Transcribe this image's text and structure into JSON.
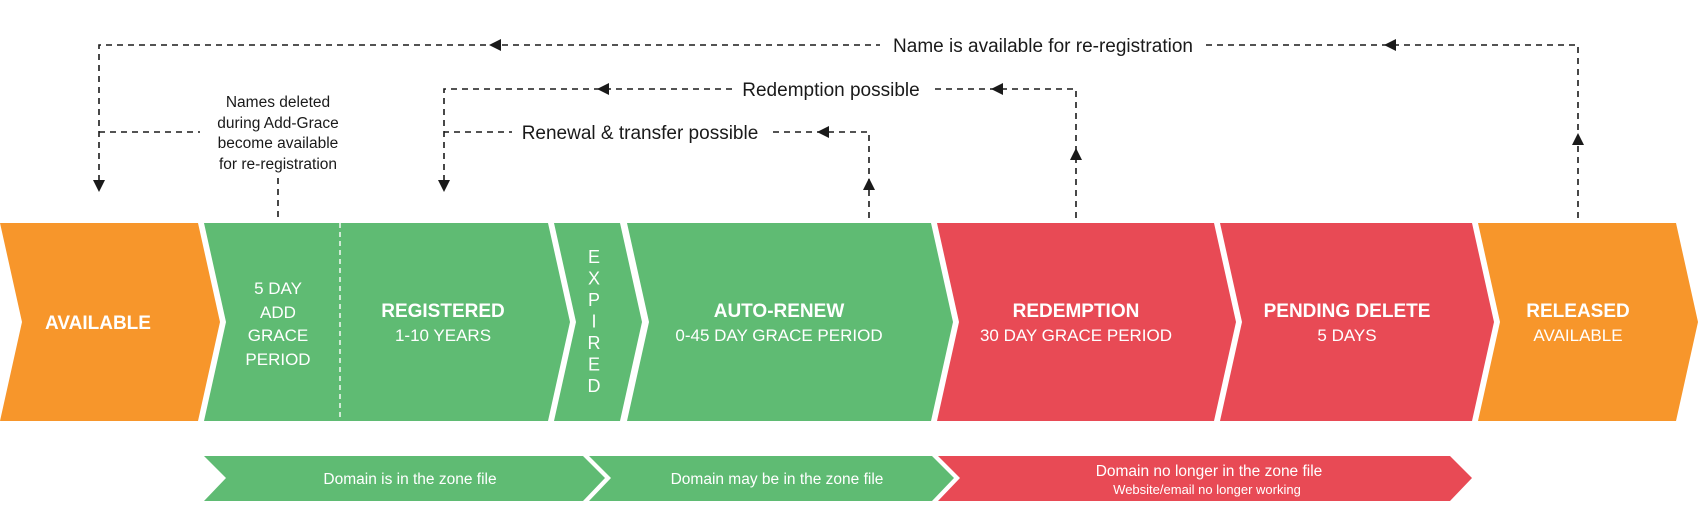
{
  "colors": {
    "orange": "#F7962B",
    "green": "#5FBB73",
    "red": "#E84A55",
    "line": "#1a1a1a"
  },
  "stages": {
    "available": {
      "title": "AVAILABLE"
    },
    "add_grace": {
      "lines": [
        "5 DAY",
        "ADD",
        "GRACE",
        "PERIOD"
      ]
    },
    "registered": {
      "title": "REGISTERED",
      "subtitle": "1-10 YEARS"
    },
    "expired": {
      "letters": [
        "E",
        "X",
        "P",
        "I",
        "R",
        "E",
        "D"
      ]
    },
    "auto_renew": {
      "title": "AUTO-RENEW",
      "subtitle": "0-45 DAY GRACE PERIOD"
    },
    "redemption": {
      "title": "REDEMPTION",
      "subtitle": "30 DAY GRACE PERIOD"
    },
    "pending_delete": {
      "title": "PENDING DELETE",
      "subtitle": "5 DAYS"
    },
    "released": {
      "title": "RELEASED",
      "subtitle": "AVAILABLE"
    }
  },
  "connectors": {
    "reregistration": "Name is available for re-registration",
    "redemption": "Redemption possible",
    "renewal": "Renewal & transfer possible"
  },
  "note": {
    "lines": [
      "Names deleted",
      "during Add-Grace",
      "become available",
      "for re-registration"
    ]
  },
  "zones": {
    "in_zone": "Domain is in the zone file",
    "maybe_zone": "Domain may be in the zone file",
    "no_zone": "Domain no longer in the zone file",
    "no_zone_sub": "Website/email no longer working"
  }
}
